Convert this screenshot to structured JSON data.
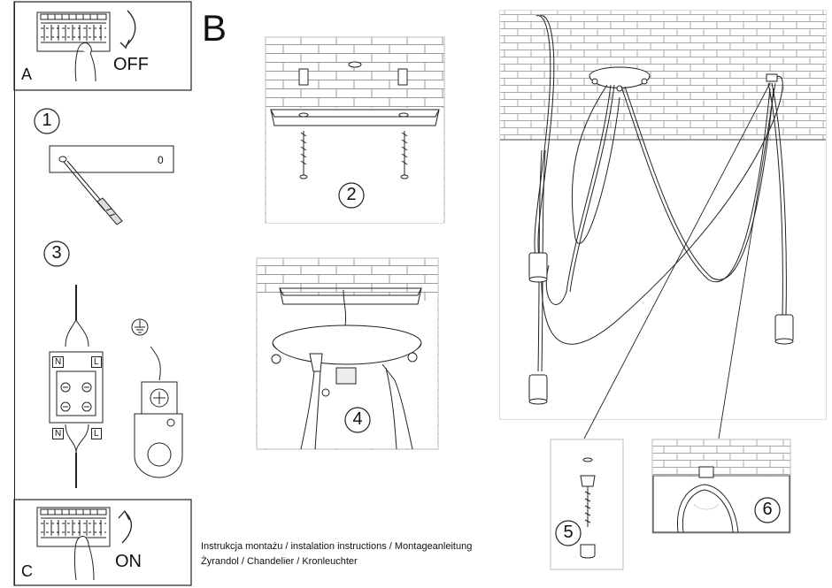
{
  "panel_labels": {
    "A": "A",
    "B": "B",
    "C": "C"
  },
  "power": {
    "off": "OFF",
    "on": "ON"
  },
  "steps": [
    "1",
    "2",
    "3",
    "4",
    "5",
    "6"
  ],
  "terminal_labels": {
    "n": "N",
    "l": "L"
  },
  "plate_zero": "0",
  "caption": {
    "line1": "Instrukcja montażu / instalation instructions / Montageanleitung",
    "line2": "Żyrandol / Chandelier / Kronleuchter"
  }
}
